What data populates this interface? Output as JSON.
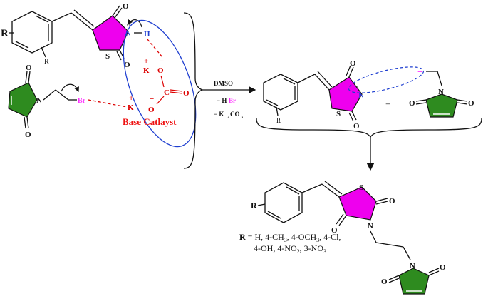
{
  "colors": {
    "thiazolidine_ring": "#ee00ee",
    "maleimide_ring": "#2e8b1f",
    "nitrogen_label": "#1f3fd0",
    "hydrogen_label": "#1f3fd0",
    "charge_label": "#dd0000",
    "carbonate": "#dd0000",
    "bromine": "#ff33ff",
    "catalyst_ellipse": "#1f3fd0",
    "base_catalyst_text": "#ee1111"
  },
  "labels": {
    "R_main": "R",
    "R_small": "R",
    "S": "S",
    "N": "N",
    "H": "H",
    "O": "O",
    "K": "K",
    "C": "C",
    "Br": "Br",
    "base_catalyst": "Base Catlayst",
    "plus_sign": "+",
    "minus_sign": "−",
    "lone_pair": "··"
  },
  "conditions": {
    "solvent": "DMSO",
    "hbr_minus": "− H",
    "hbr_br": "Br",
    "k2co3_minus": "− K",
    "k2co3_sub": "2",
    "k2co3_co": "CO",
    "k2co3_sub3": "3"
  },
  "substituents": {
    "prefix": "R",
    "equals": " = H, 4-CH",
    "line1_parts": [
      {
        "t": " = H, 4-CH",
        "sub": false
      },
      {
        "t": "3",
        "sub": true
      },
      {
        "t": ", 4-OCH",
        "sub": false
      },
      {
        "t": "3",
        "sub": true
      },
      {
        "t": ", 4-Cl,",
        "sub": false
      }
    ],
    "line2_parts": [
      {
        "t": "4-OH, 4-NO",
        "sub": false
      },
      {
        "t": "2",
        "sub": true
      },
      {
        "t": ", 3-NO",
        "sub": false
      },
      {
        "t": "3",
        "sub": true
      }
    ]
  }
}
